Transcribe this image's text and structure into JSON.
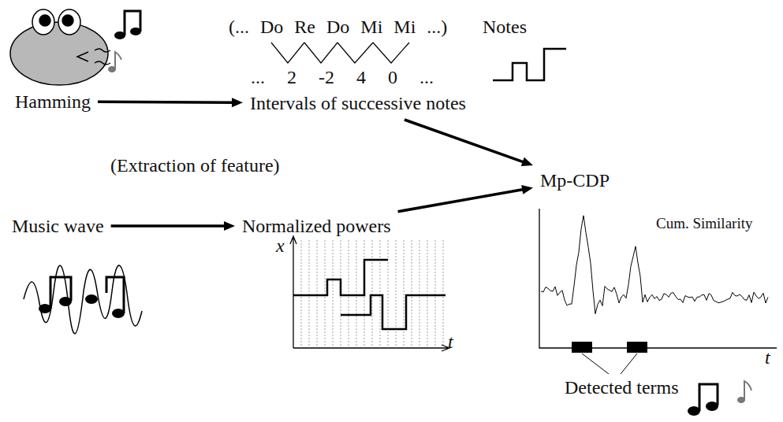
{
  "diagram": {
    "nodes": [
      {
        "text": [
          "Hamming"
        ]
      },
      {
        "text": [
          "Intervals of successive notes"
        ]
      },
      {
        "text": [
          "Music wave"
        ]
      },
      {
        "text": [
          "Normalized powers"
        ]
      },
      {
        "text": [
          "Mp-CDP"
        ]
      }
    ],
    "edges": [
      {
        "from": 0,
        "to": 1,
        "arrow": "to"
      },
      {
        "from": 1,
        "to": 4,
        "arrow": "to"
      },
      {
        "from": 2,
        "to": 3,
        "arrow": "to"
      },
      {
        "from": 3,
        "to": 4,
        "arrow": "to"
      }
    ],
    "labels": [
      "(... Do Re Do Mi Mi ...)",
      "Notes",
      "... 2 -2 4 0 ...",
      "(Extraction of feature)",
      "x",
      "t",
      "Cum. Similarity",
      "t",
      "Detected terms"
    ]
  }
}
